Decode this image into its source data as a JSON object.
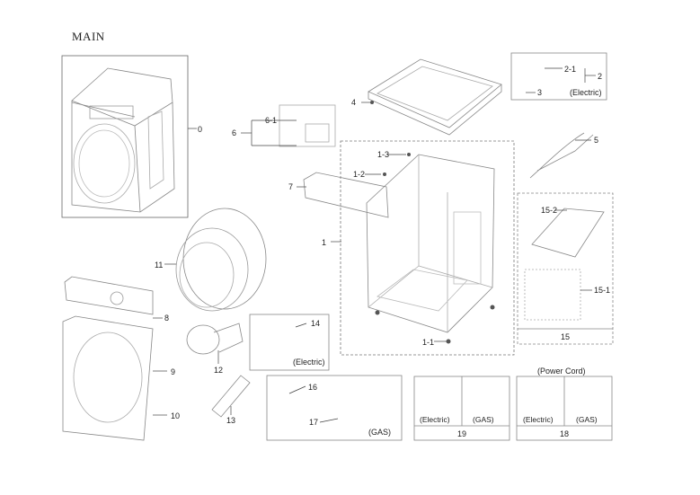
{
  "title": "MAIN",
  "callouts": {
    "c0": "0",
    "c1": "1",
    "c1_1": "1-1",
    "c1_2": "1-2",
    "c1_3": "1-3",
    "c2": "2",
    "c2_1": "2-1",
    "c3": "3",
    "c4": "4",
    "c5": "5",
    "c6": "6",
    "c6_1": "6-1",
    "c7": "7",
    "c8": "8",
    "c9": "9",
    "c10": "10",
    "c11": "11",
    "c12": "12",
    "c13": "13",
    "c14": "14",
    "c15": "15",
    "c15_1": "15-1",
    "c15_2": "15-2",
    "c16": "16",
    "c17": "17",
    "c18": "18",
    "c19": "19"
  },
  "tags": {
    "electric": "(Electric)",
    "gas": "(GAS)",
    "power_cord": "(Power Cord)"
  }
}
